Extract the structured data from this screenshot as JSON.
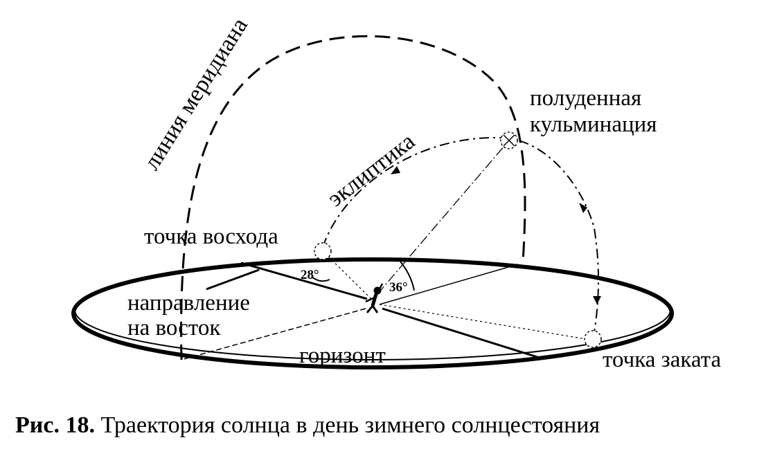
{
  "labels": {
    "meridian": "линия меридиана",
    "ecliptic": "эклиптика",
    "culmination_line1": "полуденная",
    "culmination_line2": "кульминация",
    "sunrise": "точка восхода",
    "east_line1": "направление",
    "east_line2": "на восток",
    "horizon": "горизонт",
    "sunset": "точка заката",
    "angle_sunrise": "28°",
    "angle_altitude": "36°"
  },
  "caption": {
    "prefix": "Рис. 18.",
    "text": " Траектория солнца в день зимнего солнцестояния"
  }
}
